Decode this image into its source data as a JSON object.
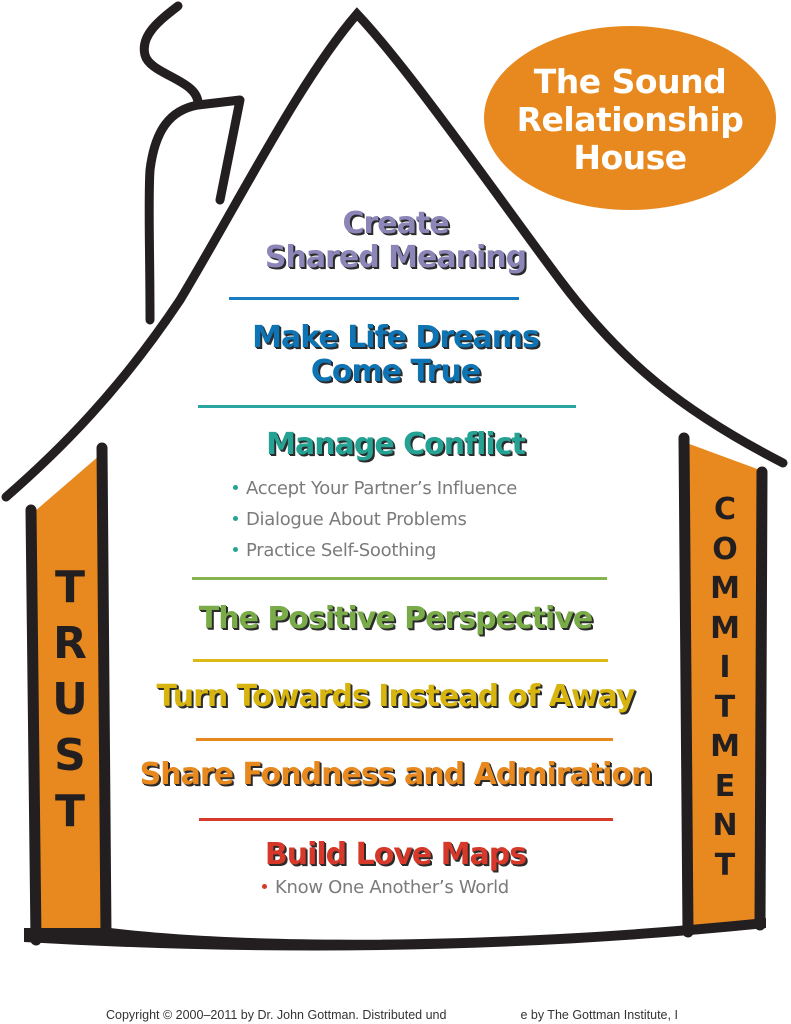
{
  "badge": {
    "lines": [
      "The Sound",
      "Relationship",
      "House"
    ],
    "color": "#e8891f"
  },
  "levels": [
    {
      "id": "shared-meaning",
      "lines": [
        "Create",
        "Shared Meaning"
      ],
      "color": "#8b85b8",
      "divider_color": "#1a7cc0"
    },
    {
      "id": "life-dreams",
      "lines": [
        "Make Life Dreams",
        "Come True"
      ],
      "color": "#0e74b4",
      "divider_color": "#2aa5a0"
    },
    {
      "id": "manage-conflict",
      "lines": [
        "Manage Conflict"
      ],
      "color": "#25a294",
      "bullets": [
        "Accept Your Partner’s Influence",
        "Dialogue About Problems",
        "Practice Self-Soothing"
      ],
      "bullet_color": "#25a294",
      "divider_color": "#86b451"
    },
    {
      "id": "positive-perspective",
      "lines": [
        "The Positive Perspective"
      ],
      "color": "#79ac49",
      "divider_color": "#dcb914"
    },
    {
      "id": "turn-towards",
      "lines": [
        "Turn Towards Instead of Away"
      ],
      "color": "#d7b50e",
      "divider_color": "#e8891f"
    },
    {
      "id": "fondness-admiration",
      "lines": [
        "Share Fondness and Admiration"
      ],
      "color": "#e8891f",
      "divider_color": "#d6382a"
    },
    {
      "id": "love-maps",
      "lines": [
        "Build Love Maps"
      ],
      "color": "#d6382a",
      "bullets": [
        "Know One Another’s World"
      ],
      "bullet_color": "#d6382a"
    }
  ],
  "pillars": {
    "left": {
      "label": "TRUST",
      "letters": [
        "T",
        "R",
        "U",
        "S",
        "T"
      ]
    },
    "right": {
      "label": "COMMITMENT",
      "letters": [
        "C",
        "O",
        "M",
        "M",
        "I",
        "T",
        "M",
        "E",
        "N",
        "T"
      ]
    },
    "fill_color": "#e8891f",
    "outline_color": "#231f20"
  },
  "footer": {
    "copyright_part1": "Copyright © 2000–2011 by Dr. John Gottman. Distributed und",
    "copyright_part2": "e by The Gottman Institute, I"
  }
}
